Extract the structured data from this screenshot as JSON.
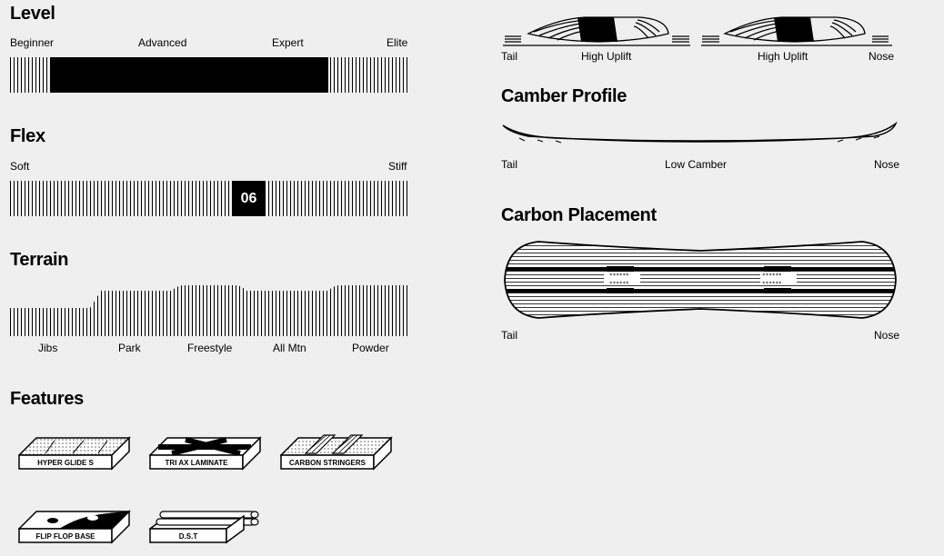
{
  "level": {
    "title": "Level",
    "labels": [
      "Beginner",
      "Advanced",
      "Expert",
      "Elite"
    ],
    "range": [
      0.1,
      0.8
    ]
  },
  "flex": {
    "title": "Flex",
    "soft": "Soft",
    "stiff": "Stiff",
    "value": "06"
  },
  "terrain": {
    "title": "Terrain",
    "labels": [
      "Jibs",
      "Park",
      "Freestyle",
      "All Mtn",
      "Powder"
    ]
  },
  "features": {
    "title": "Features",
    "items": [
      {
        "label": "HYPER GLIDE S",
        "icon": "hyper-glide-icon"
      },
      {
        "label": "TRI AX LAMINATE",
        "icon": "triax-laminate-icon"
      },
      {
        "label": "CARBON STRINGERS",
        "icon": "carbon-stringers-icon"
      },
      {
        "label": "FLIP FLOP BASE",
        "icon": "flip-flop-base-icon"
      },
      {
        "label": "D.S.T",
        "icon": "dst-icon"
      }
    ]
  },
  "uplift": {
    "tail": "Tail",
    "left": "High Uplift",
    "right": "High Uplift",
    "nose": "Nose"
  },
  "camber": {
    "title": "Camber Profile",
    "tail": "Tail",
    "center": "Low Camber",
    "nose": "Nose"
  },
  "carbon": {
    "title": "Carbon Placement",
    "tail": "Tail",
    "nose": "Nose"
  }
}
